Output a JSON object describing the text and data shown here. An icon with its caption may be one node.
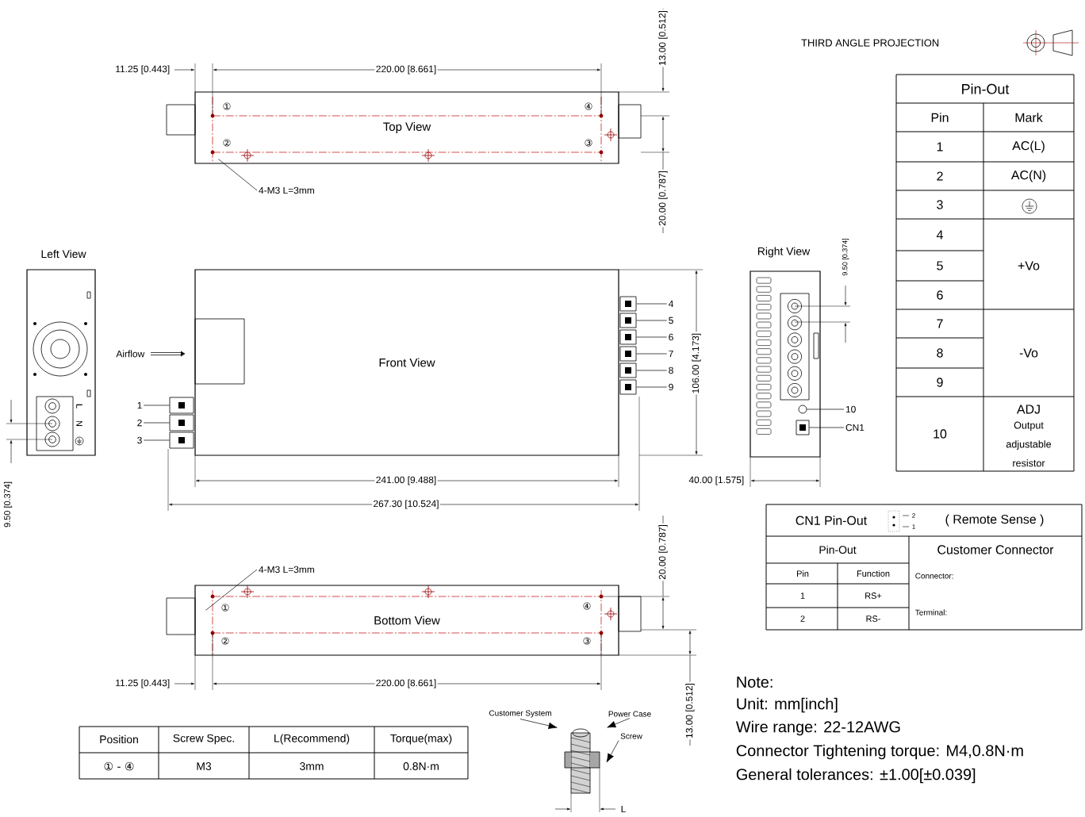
{
  "diagram": {
    "nodes": [
      {
        "text": [
          "Top View"
        ]
      },
      {
        "text": [
          "Left View"
        ]
      },
      {
        "text": [
          "Front View"
        ]
      },
      {
        "text": [
          "Right View"
        ]
      },
      {
        "text": [
          "Bottom View"
        ]
      },
      {
        "text": [
          "4-M3 L=3mm"
        ]
      },
      {
        "text": [
          "4-M3 L=3mm"
        ]
      },
      {
        "text": [
          "1"
        ]
      },
      {
        "text": [
          "2"
        ]
      },
      {
        "text": [
          "3"
        ]
      },
      {
        "text": [
          "4"
        ]
      },
      {
        "text": [
          "5"
        ]
      },
      {
        "text": [
          "6"
        ]
      },
      {
        "text": [
          "7"
        ]
      },
      {
        "text": [
          "8"
        ]
      },
      {
        "text": [
          "9"
        ]
      },
      {
        "text": [
          "10"
        ]
      },
      {
        "text": [
          "CN1"
        ]
      },
      {
        "text": [
          "Customer System"
        ]
      },
      {
        "text": [
          "Power Case"
        ]
      },
      {
        "text": [
          "Screw"
        ]
      },
      {
        "text": [],
        "shape": "box"
      },
      {
        "text": [],
        "shape": "box"
      },
      {
        "text": [],
        "shape": "box"
      },
      {
        "text": [],
        "shape": "box"
      },
      {
        "text": [],
        "shape": "box"
      },
      {
        "text": [],
        "shape": "box"
      },
      {
        "text": [],
        "shape": "box"
      },
      {
        "text": [],
        "shape": "box"
      },
      {
        "text": [],
        "shape": "box"
      },
      {
        "text": [],
        "shape": "circle",
        "in": 3
      },
      {
        "text": [],
        "shape": "box",
        "in": 3
      },
      {
        "text": [],
        "shape": "picture"
      }
    ],
    "edges": [
      {
        "from": 5,
        "to": 0,
        "arrow": "none"
      },
      {
        "from": 6,
        "to": 4,
        "arrow": "none"
      },
      {
        "from": 7,
        "to": 21,
        "arrow": "none"
      },
      {
        "from": 8,
        "to": 22,
        "arrow": "none"
      },
      {
        "from": 9,
        "to": 23,
        "arrow": "none"
      },
      {
        "from": 10,
        "to": 24,
        "arrow": "none"
      },
      {
        "from": 11,
        "to": 25,
        "arrow": "none"
      },
      {
        "from": 12,
        "to": 26,
        "arrow": "none"
      },
      {
        "from": 13,
        "to": 27,
        "arrow": "none"
      },
      {
        "from": 14,
        "to": 28,
        "arrow": "none"
      },
      {
        "from": 15,
        "to": 29,
        "arrow": "none"
      },
      {
        "from": 16,
        "to": 30,
        "arrow": "none"
      },
      {
        "from": 17,
        "to": 31,
        "arrow": "none"
      },
      {
        "from": 18,
        "to": 32,
        "arrow": "to"
      },
      {
        "from": 19,
        "to": 32,
        "arrow": "to"
      },
      {
        "from": 20,
        "to": 32,
        "arrow": "to"
      }
    ],
    "labels": [
      "THIRD ANGLE PROJECTION",
      "11.25 [0.443]",
      "220.00 [8.661]",
      "13.00 [0.512]",
      "①",
      "④",
      "②",
      "③",
      "20.00 [0.787]",
      "Pin-Out",
      "Pin",
      "Mark",
      "1",
      "AC(L)",
      "2",
      "AC(N)",
      "3",
      "4",
      "5",
      "+Vo",
      "6",
      "7",
      "8",
      "-Vo",
      "9",
      "10",
      "ADJ",
      "Output adjustable resistor",
      "Airflow",
      "L",
      "N",
      "9.50 [0.374]",
      "106.00 [4.173]",
      "9.50 [0.374]",
      "241.00 [9.488]",
      "267.30 [10.524]",
      "40.00 [1.575]",
      "CN1 Pin-Out",
      "2",
      "1",
      "( Remote Sense )",
      "Pin-Out",
      "Customer Connector",
      "Pin",
      "Function",
      "Connector:",
      "1",
      "RS+",
      "Terminal:",
      "2",
      "RS-",
      "①",
      "④",
      "②",
      "③",
      "20.00 [0.787]",
      "13.00 [0.512]",
      "11.25 [0.443]",
      "220.00 [8.661]",
      "Position",
      "Screw Spec.",
      "L(Recommend)",
      "Torque(max)",
      "① - ④",
      "M3",
      "3mm",
      "0.8N·m",
      "L",
      "Note:",
      "Unit: mm[inch]",
      "Wire range: 22-12AWG",
      "Connector Tightening torque: M4,0.8N·m",
      "General tolerances: ±1.00[±0.039]"
    ]
  }
}
